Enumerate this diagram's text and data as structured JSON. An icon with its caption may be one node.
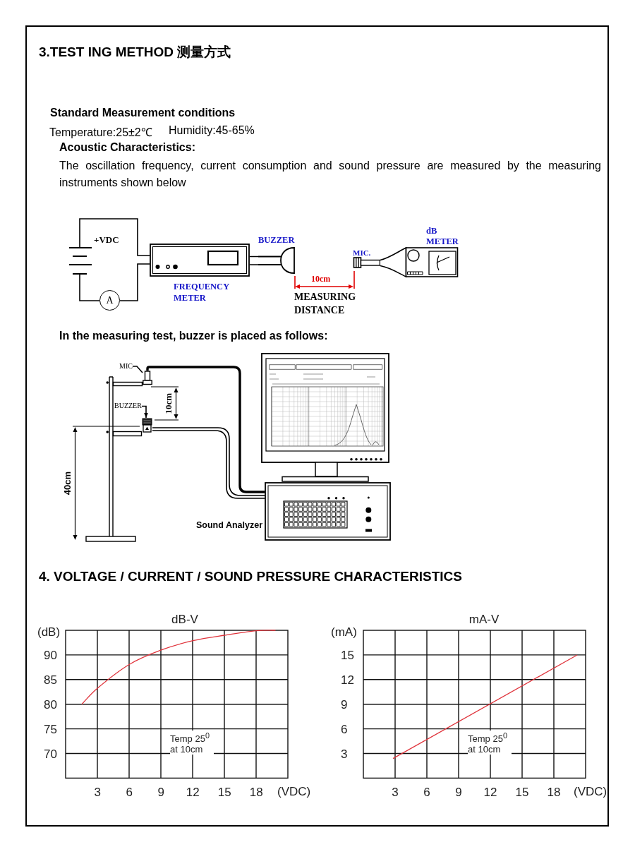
{
  "diagram": {
    "title": "3.TEST ING METHOD 测量方式",
    "nodes": [
      {
        "text": [
          "+VDC"
        ]
      },
      {
        "text": [
          "A"
        ]
      },
      {
        "text": [],
        "shape": "box",
        "beside": [
          "FREQUENCY METER"
        ]
      },
      {
        "text": [],
        "shape": "picture",
        "beside": [
          "BUZZER"
        ]
      },
      {
        "text": [],
        "shape": "picture",
        "beside": [
          "MIC."
        ]
      },
      {
        "text": [],
        "shape": "picture",
        "beside": [
          "dB METER"
        ]
      },
      {
        "text": [
          "MIC"
        ]
      },
      {
        "text": [],
        "shape": "picture"
      },
      {
        "text": [
          "BUZZER"
        ]
      },
      {
        "text": [],
        "shape": "picture"
      },
      {
        "text": [],
        "shape": "picture"
      },
      {
        "text": [],
        "shape": "picture",
        "beside": [
          "Sound Analyzer"
        ]
      }
    ],
    "edges": [
      {
        "from": 0,
        "to": 2,
        "arrow": "none"
      },
      {
        "from": 0,
        "to": 1,
        "arrow": "none"
      },
      {
        "from": 1,
        "to": 2,
        "arrow": "none"
      },
      {
        "from": 2,
        "to": 3,
        "arrow": "none"
      },
      {
        "from": 6,
        "to": 7,
        "arrow": "none"
      },
      {
        "from": 8,
        "to": 9,
        "arrow": "to"
      },
      {
        "from": 7,
        "to": 11,
        "arrow": "none",
        "style": "thick"
      },
      {
        "from": 9,
        "to": 11,
        "arrow": "none"
      }
    ],
    "labels": [
      "Standard Measurement conditions",
      "Temperature:25±2℃",
      "Humidity:45-65%",
      "Acoustic Characteristics:",
      "The oscillation frequency, current consumption and sound pressure are measured by the measuring instruments shown below",
      "10cm",
      "MEASURING DISTANCE",
      "In the measuring test, buzzer is placed as follows:",
      "10cm",
      "40cm",
      "4. VOLTAGE / CURRENT / SOUND PRESSURE CHARACTERISTICS"
    ],
    "chart_data": [
      {
        "type": "line",
        "title": "dB-V",
        "xlabel": "(VDC)",
        "ylabel": "(dB)",
        "x": [
          1.5,
          3,
          6,
          9,
          12,
          15,
          18,
          19.8
        ],
        "series": [
          {
            "color": "#e0343c",
            "values": [
              80,
              83.3,
              88.1,
              91,
              92.9,
              94,
              94.9,
              95
            ]
          }
        ],
        "xlim": [
          0,
          21
        ],
        "ylim": [
          65,
          95
        ],
        "xticks": [
          3,
          6,
          9,
          12,
          15,
          18
        ],
        "yticks": [
          70,
          75,
          80,
          85,
          90
        ],
        "grid": true,
        "annotations": [
          "Temp 25$^{0}$ at 10cm"
        ]
      },
      {
        "type": "line",
        "title": "mA-V",
        "xlabel": "(VDC)",
        "ylabel": "(mA)",
        "x": [
          2.8,
          20.2
        ],
        "series": [
          {
            "color": "#e0343c",
            "values": [
              2.4,
              15
            ]
          }
        ],
        "xlim": [
          0,
          21
        ],
        "ylim": [
          0,
          18
        ],
        "xticks": [
          3,
          6,
          9,
          12,
          15,
          18
        ],
        "yticks": [
          3,
          6,
          9,
          12,
          15
        ],
        "grid": true,
        "annotations": [
          "Temp 25$^{0}$ at 10cm"
        ]
      }
    ]
  }
}
